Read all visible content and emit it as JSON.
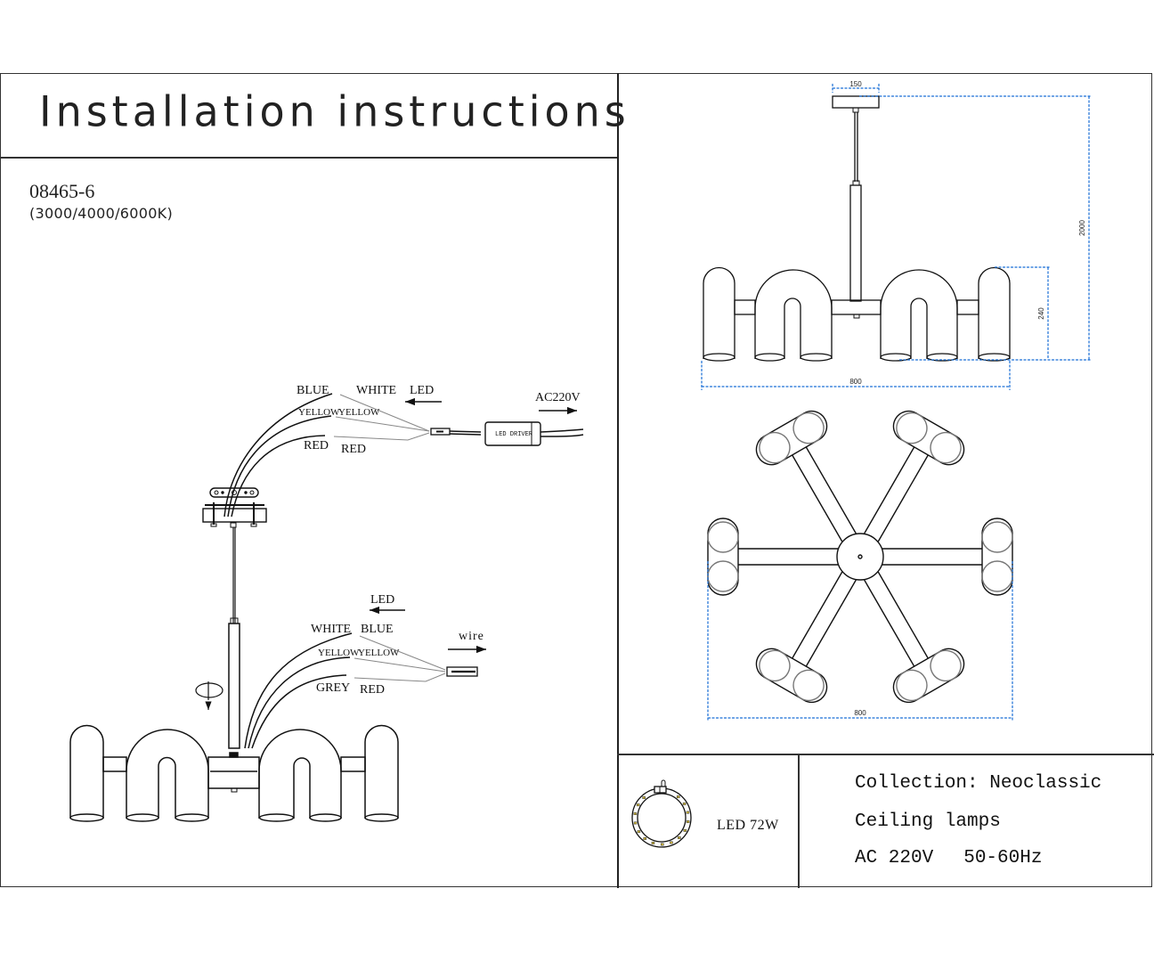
{
  "header": {
    "title": "Installation instructions",
    "model": "08465-6",
    "color_temperature": "(3000/4000/6000K)"
  },
  "wiring_top": {
    "left_labels": [
      "BLUE",
      "YELLOW",
      "RED"
    ],
    "right_labels": [
      "WHITE",
      "YELLOW",
      "RED"
    ],
    "led_label": "LED",
    "driver_label": "LED DRIVER",
    "input_label": "AC220V"
  },
  "wiring_bottom": {
    "left_labels": [
      "WHITE",
      "YELLOW",
      "GREY"
    ],
    "right_labels": [
      "BLUE",
      "YELLOW",
      "RED"
    ],
    "led_label": "LED",
    "wire_label": "wire"
  },
  "dimensions": {
    "canopy_width": "150",
    "total_height": "2000",
    "lamp_height": "240",
    "width_side": "800",
    "width_top": "800",
    "dimension_color": "#1a6fd6"
  },
  "footer": {
    "led_power": "LED 72W",
    "collection": "Collection: Neoclassic",
    "category": "Ceiling lamps",
    "voltage": "AC 220V",
    "frequency": "50-60Hz"
  }
}
